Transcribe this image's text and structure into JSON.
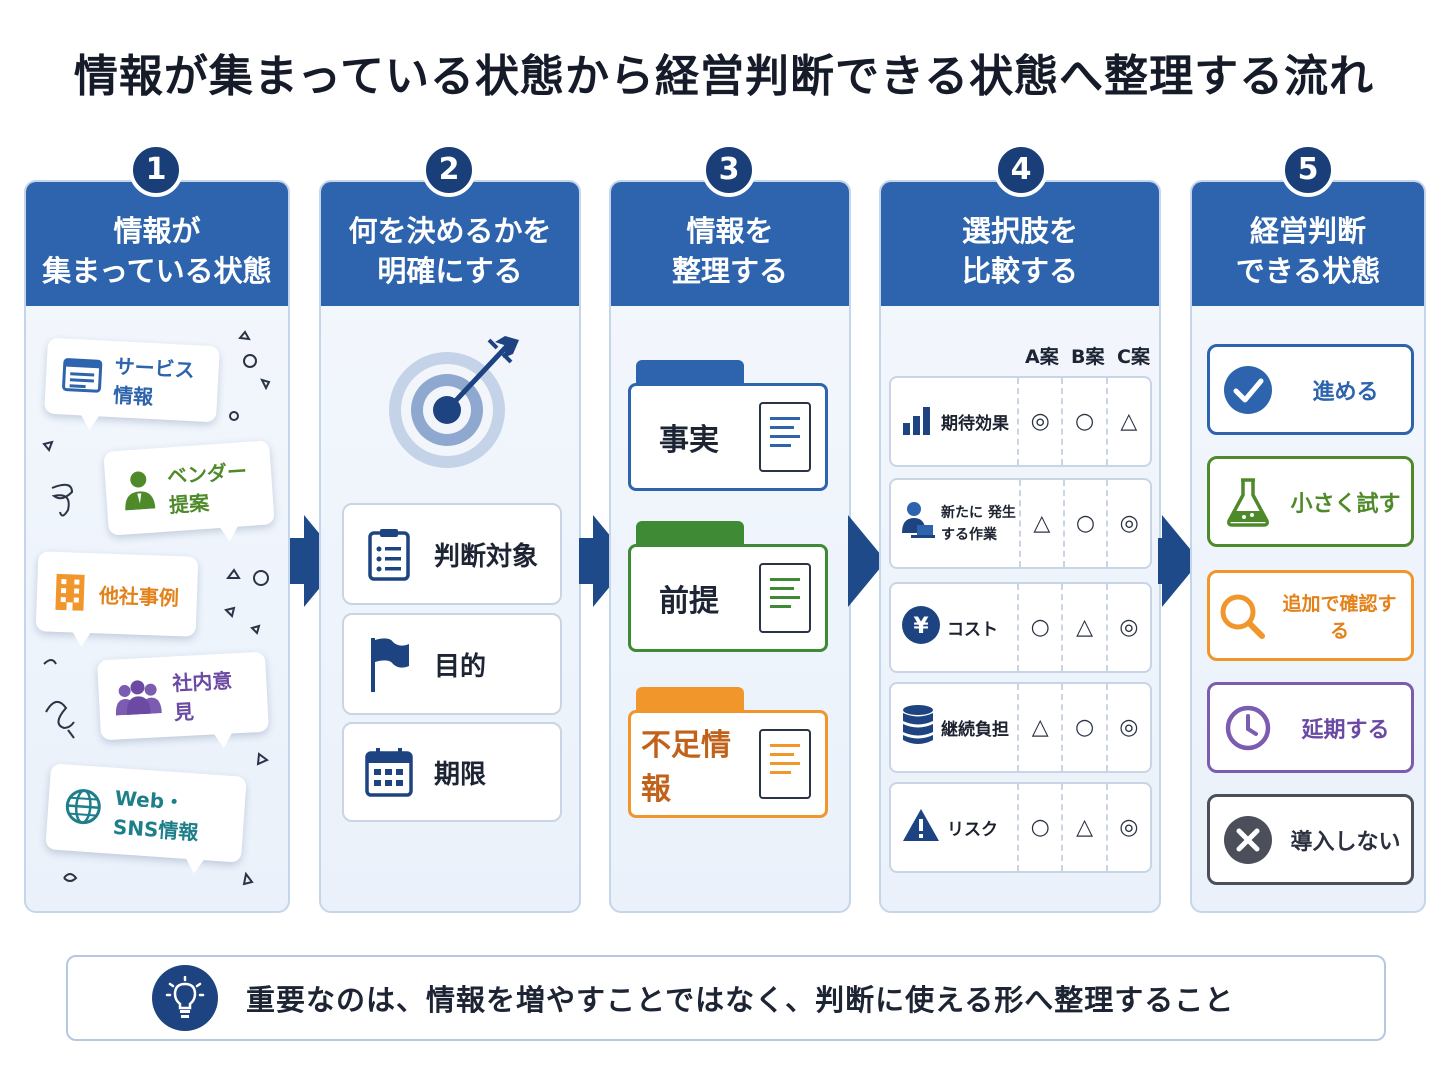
{
  "title": "情報が集まっている状態から経営判断できる状態へ整理する流れ",
  "steps": [
    {
      "number": "1",
      "line1": "情報が",
      "line2": "集まっている状態"
    },
    {
      "number": "2",
      "line1": "何を決めるかを",
      "line2": "明確にする"
    },
    {
      "number": "3",
      "line1": "情報を",
      "line2": "整理する"
    },
    {
      "number": "4",
      "line1": "選択肢を",
      "line2": "比較する"
    },
    {
      "number": "5",
      "line1": "経営判断",
      "line2": "できる状態"
    }
  ],
  "sources": [
    {
      "label": "サービス情報",
      "color": "#2d64ad",
      "icon": "browser-icon"
    },
    {
      "label": "ベンダー提案",
      "color": "#4f8a2a",
      "icon": "person-icon"
    },
    {
      "label": "他社事例",
      "color": "#e3821a",
      "icon": "building-icon"
    },
    {
      "label": "社内意見",
      "color": "#6b4aa3",
      "icon": "group-icon"
    },
    {
      "label": "Web・SNS情報",
      "color": "#1e7f8a",
      "icon": "globe-icon"
    }
  ],
  "decision_items": [
    {
      "label": "判断対象",
      "icon": "clipboard-icon"
    },
    {
      "label": "目的",
      "icon": "flag-icon"
    },
    {
      "label": "期限",
      "icon": "calendar-icon"
    }
  ],
  "folders": [
    {
      "label": "事実",
      "color": "#2d64ad",
      "text_color": "#1d2433"
    },
    {
      "label": "前提",
      "color": "#3f8a34",
      "text_color": "#1d2433"
    },
    {
      "label": "不足情報",
      "color": "#f0962a",
      "text_color": "#c1621b"
    }
  ],
  "comparison": {
    "options": [
      "A案",
      "B案",
      "C案"
    ],
    "rows": [
      {
        "label": "期待効果",
        "icon": "bar-chart-icon",
        "values": [
          "◎",
          "○",
          "△"
        ]
      },
      {
        "label": "新たに 発生する作業",
        "icon": "worker-icon",
        "values": [
          "△",
          "○",
          "◎"
        ]
      },
      {
        "label": "コスト",
        "icon": "yen-icon",
        "values": [
          "○",
          "△",
          "◎"
        ]
      },
      {
        "label": "継続負担",
        "icon": "database-icon",
        "values": [
          "△",
          "○",
          "◎"
        ]
      },
      {
        "label": "リスク",
        "icon": "warning-icon",
        "values": [
          "○",
          "△",
          "◎"
        ]
      }
    ]
  },
  "decisions": [
    {
      "label": "進める",
      "color": "#2d64ad",
      "icon": "check-icon"
    },
    {
      "label": "小さく試す",
      "color": "#4f8a2a",
      "icon": "flask-icon"
    },
    {
      "label": "追加で確認する",
      "color": "#f0962a",
      "icon": "magnifier-icon"
    },
    {
      "label": "延期する",
      "color": "#7b5cb0",
      "icon": "clock-icon"
    },
    {
      "label": "導入しない",
      "color": "#4a4f5a",
      "icon": "x-icon"
    }
  ],
  "takeaway": "重要なのは、情報を増やすことではなく、判断に使える形へ整理すること"
}
